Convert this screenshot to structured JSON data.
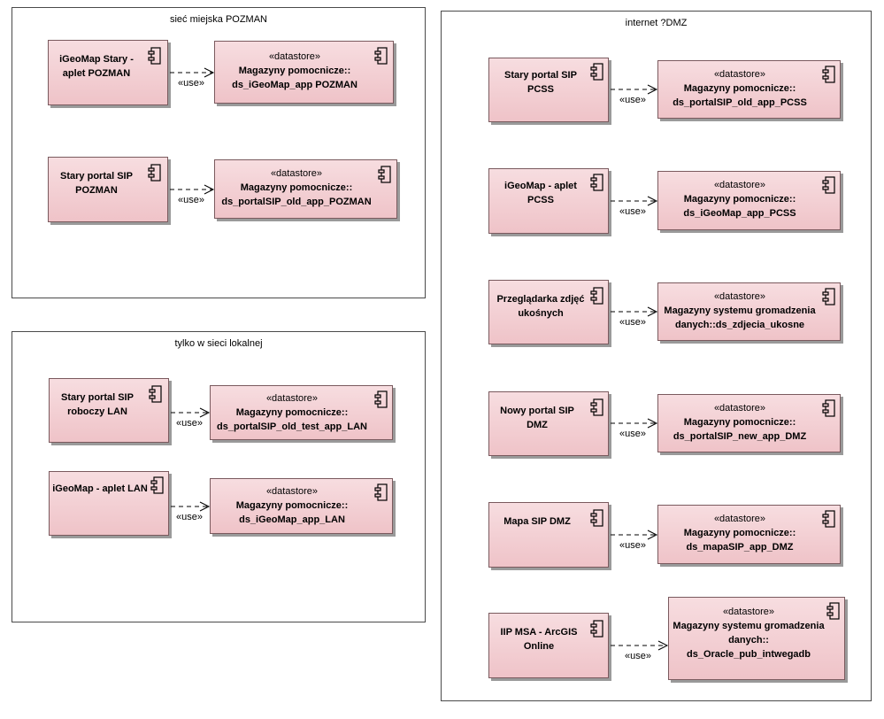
{
  "stereotype_use": "«use»",
  "stereotype_datastore": "«datastore»",
  "packages": [
    {
      "key": "pozman",
      "title": "sieć miejska POZMAN"
    },
    {
      "key": "lan",
      "title": "tylko w sieci lokalnej"
    },
    {
      "key": "dmz",
      "title": "internet ?DMZ"
    }
  ],
  "components": [
    {
      "key": "igeomap_stary_pozman",
      "lines": [
        "iGeoMap Stary -",
        "aplet POZMAN"
      ]
    },
    {
      "key": "stary_portal_pozman",
      "lines": [
        "Stary portal SIP",
        "POZMAN"
      ]
    },
    {
      "key": "stary_portal_lan",
      "lines": [
        "Stary portal SIP",
        "roboczy LAN"
      ]
    },
    {
      "key": "igeomap_lan",
      "lines": [
        "iGeoMap - aplet LAN"
      ]
    },
    {
      "key": "stary_portal_pcss",
      "lines": [
        "Stary portal SIP PCSS"
      ]
    },
    {
      "key": "igeomap_pcss",
      "lines": [
        "iGeoMap - aplet PCSS"
      ]
    },
    {
      "key": "przegladarka",
      "lines": [
        "Przeglądarka zdjęć",
        "ukośnych"
      ]
    },
    {
      "key": "nowy_portal_dmz",
      "lines": [
        "Nowy portal SIP",
        "DMZ"
      ]
    },
    {
      "key": "mapa_dmz",
      "lines": [
        "Mapa SIP DMZ"
      ]
    },
    {
      "key": "iip_msa",
      "lines": [
        "IIP MSA - ArcGIS",
        "Online"
      ]
    }
  ],
  "datastores": [
    {
      "key": "ds_igeomap_pozman",
      "lines": [
        "Magazyny pomocnicze::",
        "ds_iGeoMap_app POZMAN"
      ]
    },
    {
      "key": "ds_portal_pozman",
      "lines": [
        "Magazyny pomocnicze::",
        "ds_portalSIP_old_app_POZMAN"
      ]
    },
    {
      "key": "ds_portal_lan",
      "lines": [
        "Magazyny pomocnicze::",
        "ds_portalSIP_old_test_app_LAN"
      ]
    },
    {
      "key": "ds_igeomap_lan",
      "lines": [
        "Magazyny pomocnicze::",
        "ds_iGeoMap_app_LAN"
      ]
    },
    {
      "key": "ds_portal_pcss",
      "lines": [
        "Magazyny pomocnicze::",
        "ds_portalSIP_old_app_PCSS"
      ]
    },
    {
      "key": "ds_igeomap_pcss",
      "lines": [
        "Magazyny pomocnicze::",
        "ds_iGeoMap_app_PCSS"
      ]
    },
    {
      "key": "ds_zdjecia",
      "lines": [
        "Magazyny systemu gromadzenia",
        "danych::ds_zdjecia_ukosne"
      ]
    },
    {
      "key": "ds_portal_new_dmz",
      "lines": [
        "Magazyny pomocnicze::",
        "ds_portalSIP_new_app_DMZ"
      ]
    },
    {
      "key": "ds_mapa_dmz",
      "lines": [
        "Magazyny pomocnicze::",
        "ds_mapaSIP_app_DMZ"
      ]
    },
    {
      "key": "ds_oracle",
      "lines": [
        "Magazyny systemu gromadzenia",
        "danych::",
        "ds_Oracle_pub_intwegadb"
      ]
    }
  ],
  "connectors": [
    {
      "from": "igeomap_stary_pozman",
      "to": "ds_igeomap_pozman"
    },
    {
      "from": "stary_portal_pozman",
      "to": "ds_portal_pozman"
    },
    {
      "from": "stary_portal_lan",
      "to": "ds_portal_lan"
    },
    {
      "from": "igeomap_lan",
      "to": "ds_igeomap_lan"
    },
    {
      "from": "stary_portal_pcss",
      "to": "ds_portal_pcss"
    },
    {
      "from": "igeomap_pcss",
      "to": "ds_igeomap_pcss"
    },
    {
      "from": "przegladarka",
      "to": "ds_zdjecia"
    },
    {
      "from": "nowy_portal_dmz",
      "to": "ds_portal_new_dmz"
    },
    {
      "from": "mapa_dmz",
      "to": "ds_mapa_dmz"
    },
    {
      "from": "iip_msa",
      "to": "ds_oracle"
    }
  ]
}
